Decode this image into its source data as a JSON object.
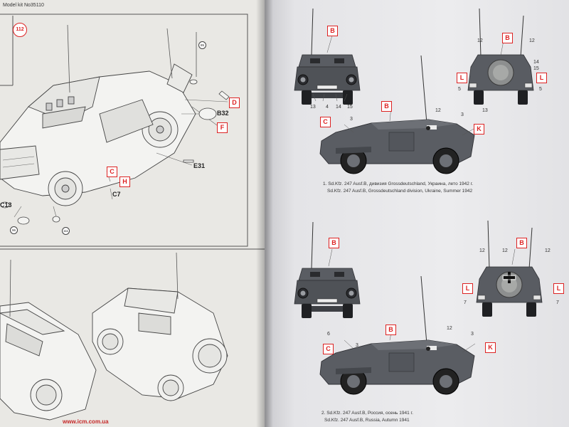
{
  "header": {
    "model_kit": "Model kit No35110"
  },
  "step_number": "112",
  "left_parts": {
    "b32": "B32",
    "e31": "E31",
    "c7": "C7",
    "c13": "C13"
  },
  "small_marks": {
    "m1": "85",
    "m2": "96",
    "m3": "111"
  },
  "color_codes": {
    "b": "B",
    "c": "C",
    "d": "D",
    "f": "F",
    "h": "H",
    "k": "K",
    "l": "L"
  },
  "numbers": [
    "12",
    "13",
    "14",
    "15",
    "4",
    "5",
    "3",
    "6",
    "7"
  ],
  "captions": {
    "v1_ru": "1. Sd.Kfz. 247 Ausf.B, дивизия Grossdeutschland, Украина, лето 1942 г.",
    "v1_en": "Sd.Kfz. 247 Ausf.B, Grossdeutschland division, Ukraine, Summer 1942",
    "v2_ru": "2. Sd.Kfz. 247 Ausf.B, Россия, осень 1941 г.",
    "v2_en": "Sd.Kfz. 247 Ausf.B, Russia, Autumn 1941"
  },
  "footer": {
    "website": "www.icm.com.ua"
  },
  "colors": {
    "vehicle": "#5a5d63",
    "vehicle_dark": "#3c3e43",
    "vehicle_light": "#787b81",
    "marker": "#d22222",
    "line": "#555555"
  }
}
